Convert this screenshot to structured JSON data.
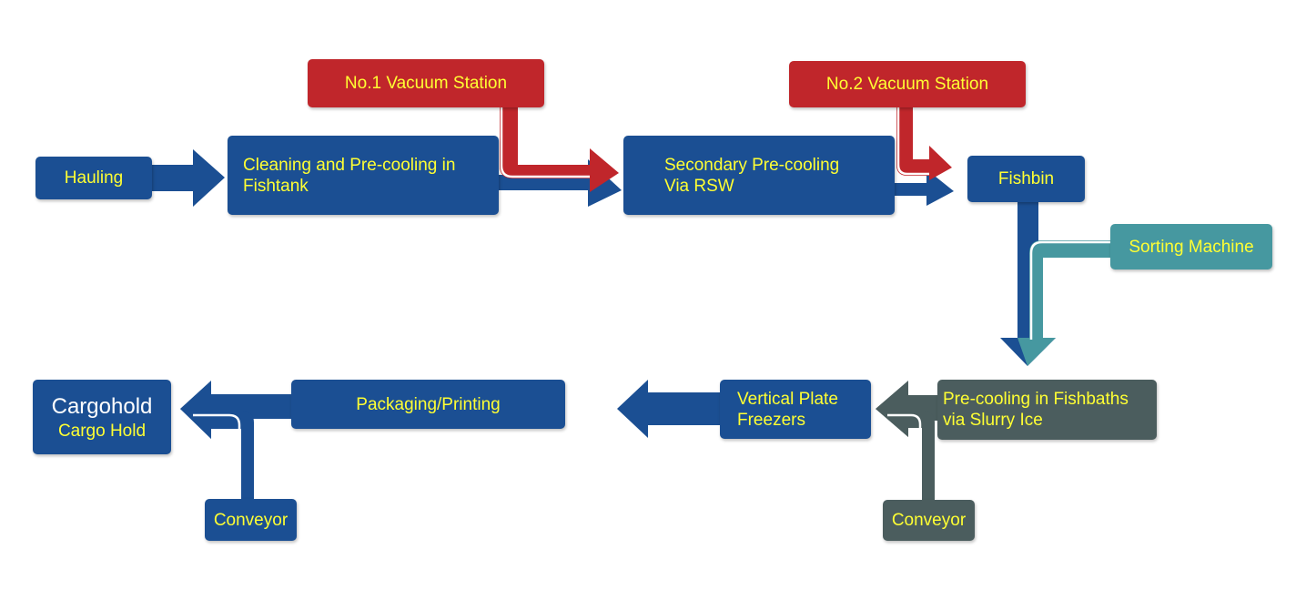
{
  "nodes": {
    "hauling": "Hauling",
    "cleaning": [
      "Cleaning and Pre-cooling in",
      "Fishtank"
    ],
    "vacuum1": "No.1 Vacuum Station",
    "secondary": [
      "Secondary Pre-cooling",
      "Via RSW"
    ],
    "vacuum2": "No.2 Vacuum Station",
    "fishbin": "Fishbin",
    "sorting": "Sorting Machine",
    "fishbaths": [
      "Pre-cooling in Fishbaths",
      "via Slurry Ice"
    ],
    "conveyor_right": "Conveyor",
    "freezers": [
      "Vertical Plate",
      "Freezers"
    ],
    "packaging": "Packaging/Printing",
    "cargohold": [
      "Cargohold",
      "Cargo Hold"
    ],
    "conveyor_left": "Conveyor"
  },
  "colors": {
    "main": "#1b4f93",
    "vacuum": "#c0262b",
    "sorting": "#4698a0",
    "slurry": "#4b5d5e",
    "label_text": "#ffff33",
    "cargo_title_text": "#ffffff"
  }
}
